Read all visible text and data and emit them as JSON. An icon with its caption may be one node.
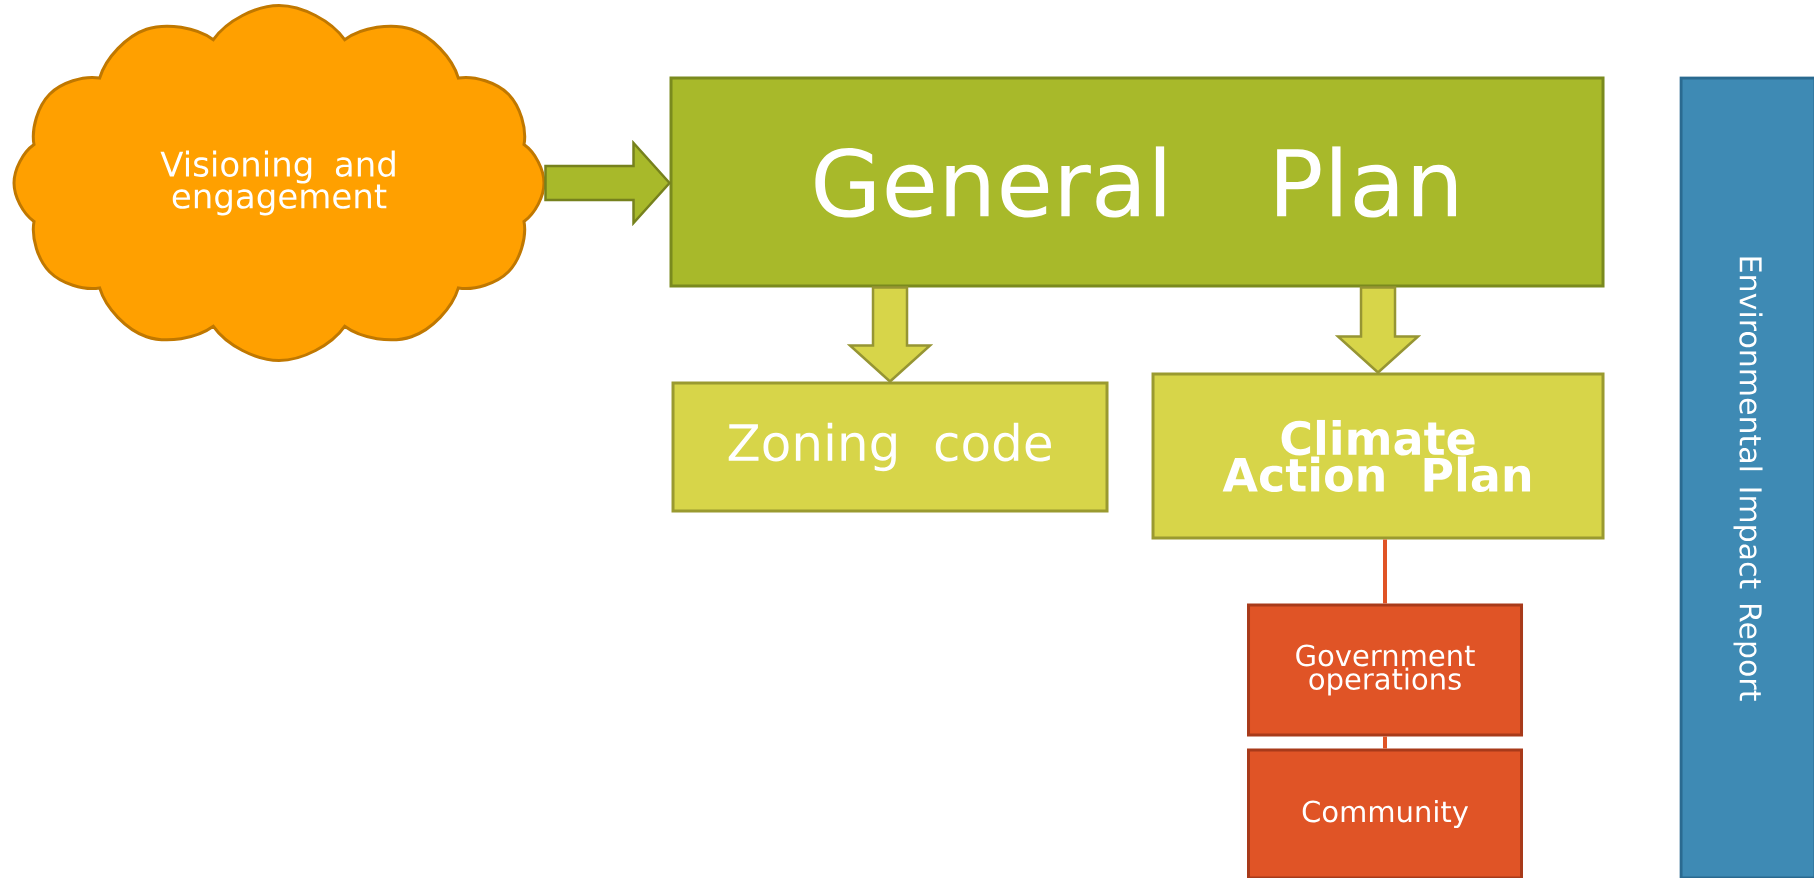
{
  "diagram": {
    "nodes": [
      {
        "text": [
          "Visioning and engagement"
        ]
      },
      {
        "text": [
          "General Plan"
        ]
      },
      {
        "text": [
          "Zoning code"
        ]
      },
      {
        "text": [
          "Climate Action Plan"
        ]
      },
      {
        "text": [
          "Government operations"
        ]
      },
      {
        "text": [
          "Community"
        ]
      },
      {
        "text": [
          "Environmental Impact Report"
        ]
      }
    ],
    "edges": [
      {
        "from": 0,
        "to": 1,
        "arrow": "to",
        "style": "thick",
        "color": "#a8b92a"
      },
      {
        "from": 1,
        "to": 2,
        "arrow": "to",
        "style": "thick",
        "color": "#d7d549"
      },
      {
        "from": 1,
        "to": 3,
        "arrow": "to",
        "style": "thick",
        "color": "#d7d549"
      },
      {
        "from": 3,
        "to": 4,
        "arrow": "none",
        "color": "#e05426"
      },
      {
        "from": 4,
        "to": 5,
        "arrow": "none",
        "color": "#e05426"
      }
    ]
  }
}
